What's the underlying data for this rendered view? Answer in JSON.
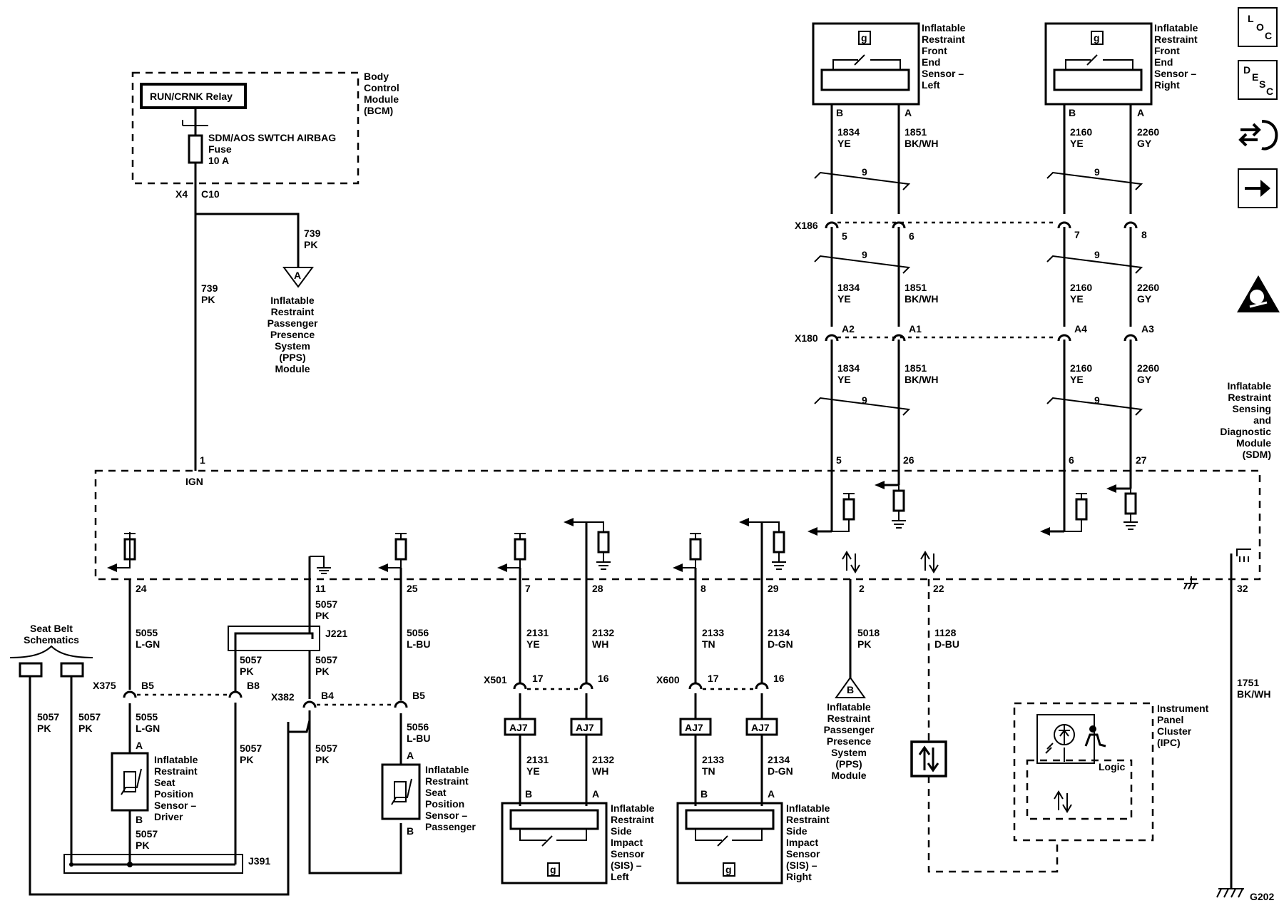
{
  "bcm": {
    "relay": "RUN/CRNK Relay",
    "fuse_line1": "SDM/AOS SWTCH AIRBAG",
    "fuse_line2": "Fuse",
    "fuse_line3": "10 A",
    "name_lines": [
      "Body",
      "Control",
      "Module",
      "(BCM)"
    ],
    "conn_x4": "X4",
    "conn_c10": "C10"
  },
  "ign": {
    "pin": "1",
    "label": "IGN",
    "wire_num": "739",
    "wire_color": "PK"
  },
  "pps_top": {
    "wire_num": "739",
    "wire_color": "PK",
    "symbol": "A",
    "name_lines": [
      "Inflatable",
      "Restraint",
      "Passenger",
      "Presence",
      "System",
      "(PPS)",
      "Module"
    ]
  },
  "pps_bottom": {
    "pin": "2",
    "wire_num": "5018",
    "wire_color": "PK",
    "symbol": "B",
    "name_lines": [
      "Inflatable",
      "Restraint",
      "Passenger",
      "Presence",
      "System",
      "(PPS)",
      "Module"
    ]
  },
  "front_left": {
    "name_lines": [
      "Inflatable",
      "Restraint",
      "Front",
      "End",
      "Sensor –",
      "Left"
    ],
    "pin_b": "B",
    "pin_a": "A",
    "g": "g",
    "twist": "9",
    "wb_num": "1834",
    "wb_col": "YE",
    "wa_num": "1851",
    "wa_col": "BK/WH",
    "x186_b": "5",
    "x186_a": "6",
    "x180_b": "A2",
    "x180_a": "A1",
    "sdm_b": "5",
    "sdm_a": "26"
  },
  "front_right": {
    "name_lines": [
      "Inflatable",
      "Restraint",
      "Front",
      "End",
      "Sensor –",
      "Right"
    ],
    "pin_b": "B",
    "pin_a": "A",
    "g": "g",
    "twist": "9",
    "wb_num": "2160",
    "wb_col": "YE",
    "wa_num": "2260",
    "wa_col": "GY",
    "x186_b": "7",
    "x186_a": "8",
    "x180_b": "A4",
    "x180_a": "A3",
    "sdm_b": "6",
    "sdm_a": "27"
  },
  "connectors": {
    "x186": "X186",
    "x180": "X180",
    "x375": "X375",
    "x382": "X382",
    "x501": "X501",
    "x600": "X600",
    "j221": "J221",
    "j391": "J391",
    "aj7": "AJ7"
  },
  "sdm": {
    "name_lines": [
      "Inflatable",
      "Restraint",
      "Sensing",
      "and",
      "Diagnostic",
      "Module",
      "(SDM)"
    ]
  },
  "pins": {
    "p24": "24",
    "p11": "11",
    "p25": "25",
    "p7": "7",
    "p28": "28",
    "p8": "8",
    "p29": "29",
    "p22": "22",
    "p32": "32"
  },
  "seat_belt": {
    "lines": [
      "Seat Belt",
      "Schematics"
    ]
  },
  "driver_seat": {
    "wire_num": "5055",
    "wire_color": "L-GN",
    "conn_pin": "B5",
    "pin_a": "A",
    "pin_b": "B",
    "out_num": "5057",
    "out_col": "PK",
    "name_lines": [
      "Inflatable",
      "Restraint",
      "Seat",
      "Position",
      "Sensor –",
      "Driver"
    ]
  },
  "pass_seat": {
    "wire_num": "5056",
    "wire_color": "L-BU",
    "conn_pin": "B5",
    "pin_a": "A",
    "pin_b": "B",
    "name_lines": [
      "Inflatable",
      "Restraint",
      "Seat",
      "Position",
      "Sensor –",
      "Passenger"
    ]
  },
  "ret5057": {
    "num": "5057",
    "col": "PK",
    "b8": "B8",
    "b4": "B4"
  },
  "sis_left": {
    "p7_num": "2131",
    "p7_col": "YE",
    "p28_num": "2132",
    "p28_col": "WH",
    "c1": "17",
    "c2": "16",
    "pin_b": "B",
    "pin_a": "A",
    "g": "g",
    "name_lines": [
      "Inflatable",
      "Restraint",
      "Side",
      "Impact",
      "Sensor",
      "(SIS) –",
      "Left"
    ]
  },
  "sis_right": {
    "p8_num": "2133",
    "p8_col": "TN",
    "p29_num": "2134",
    "p29_col": "D-GN",
    "c1": "17",
    "c2": "16",
    "pin_b": "B",
    "pin_a": "A",
    "g": "g",
    "name_lines": [
      "Inflatable",
      "Restraint",
      "Side",
      "Impact",
      "Sensor",
      "(SIS) –",
      "Right"
    ]
  },
  "data_line": {
    "num": "1128",
    "col": "D-BU"
  },
  "ipc": {
    "name_lines": [
      "Instrument",
      "Panel",
      "Cluster",
      "(IPC)"
    ],
    "logic": "Logic"
  },
  "ground_wire": {
    "num": "1751",
    "col": "BK/WH",
    "ground": "G202"
  },
  "side_icons": {
    "loc": [
      "L",
      "O",
      "C"
    ],
    "desc": [
      "D",
      "E",
      "S",
      "C"
    ],
    "items": [
      "loc-icon",
      "desc-icon",
      "connector-info-icon",
      "next-page-icon",
      "warning-icon"
    ]
  }
}
